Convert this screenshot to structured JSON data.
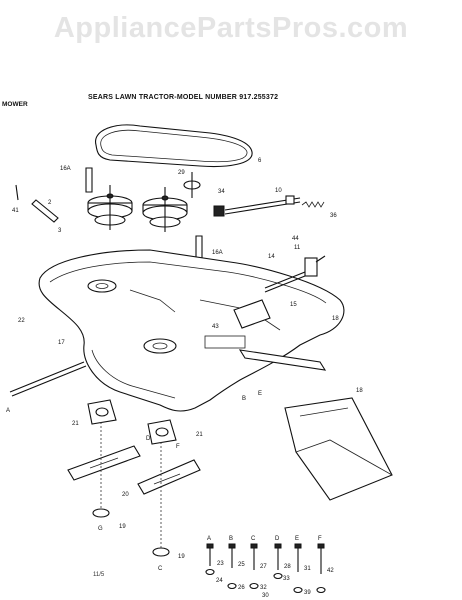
{
  "watermark": "AppliancePartsPros.com",
  "header": {
    "title": "SEARS LAWN TRACTOR-MODEL NUMBER 917.255372",
    "section": "MOWER"
  },
  "page_number": "11/5",
  "callouts": {
    "c6": "6",
    "c16a_left": "16A",
    "c16a_right": "16A",
    "c29": "29",
    "c34": "34",
    "c10": "10",
    "c41": "41",
    "c2": "2",
    "c3": "3",
    "c36": "36",
    "c14": "14",
    "c44": "44",
    "c11": "11",
    "c22": "22",
    "c17": "17",
    "c43": "43",
    "c15": "15",
    "c18": "18",
    "c21": "21",
    "c20": "20",
    "c19": "19",
    "c23": "23",
    "c24": "24",
    "c25": "25",
    "c26": "26",
    "c27": "27",
    "c28": "28",
    "c31": "31",
    "c32": "32",
    "c33": "33",
    "c39": "39",
    "c42": "42",
    "c30": "30",
    "lA": "A",
    "lB": "B",
    "lC": "C",
    "lD": "D",
    "lE": "E",
    "lF": "F",
    "lG": "G"
  },
  "colors": {
    "ink": "#111111",
    "watermark": "#e4e4e4",
    "paper": "#ffffff"
  }
}
